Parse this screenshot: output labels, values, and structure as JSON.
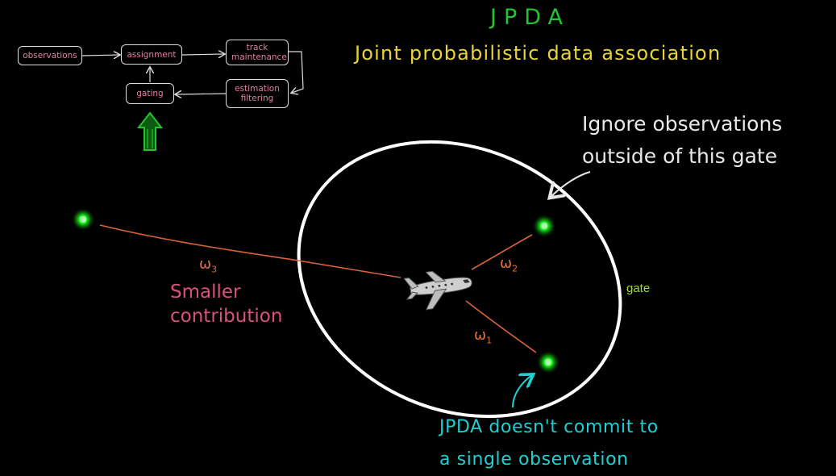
{
  "title": "JPDA",
  "subtitle": "Joint probabilistic data association",
  "flowchart": {
    "nodes": [
      {
        "id": "observations",
        "label": "observations"
      },
      {
        "id": "assignment",
        "label": "assignment"
      },
      {
        "id": "track",
        "label": "track maintenance"
      },
      {
        "id": "estimation",
        "label": "estimation filtering"
      },
      {
        "id": "gating",
        "label": "gating"
      }
    ],
    "highlighted": "gating"
  },
  "annotations": {
    "ignore_line1": "Ignore observations",
    "ignore_line2": "outside of this gate",
    "gate": "gate",
    "smaller_line1": "Smaller",
    "smaller_line2": "contribution",
    "jpda_line1": "JPDA doesn't commit to",
    "jpda_line2": "a single observation"
  },
  "weights": {
    "w1": {
      "base": "ω",
      "sub": "1"
    },
    "w2": {
      "base": "ω",
      "sub": "2"
    },
    "w3": {
      "base": "ω",
      "sub": "3"
    }
  },
  "colors": {
    "title": "#21c431",
    "subtitle": "#e8d33a",
    "observation_point": "#22ff22",
    "weight_line": "#d9623a",
    "gate_ellipse": "#ffffff",
    "cyan_note": "#1fd0d0",
    "pink_note": "#d8527b",
    "gate_label": "#9be022",
    "arrow_highlight": "#22c62a"
  },
  "icons": [
    "airplane-icon",
    "up-arrow-icon"
  ]
}
